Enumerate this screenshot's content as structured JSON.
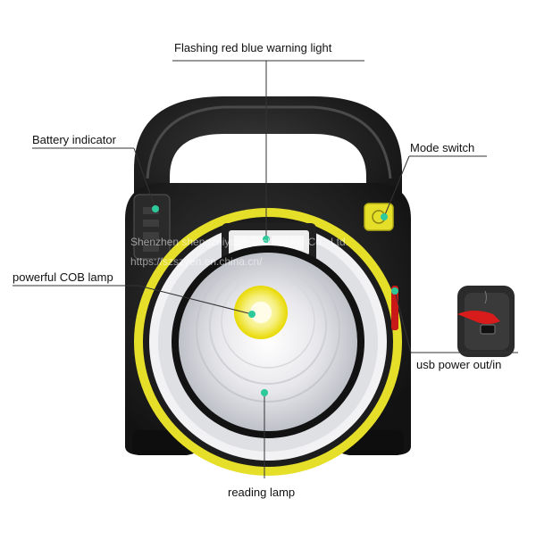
{
  "labels": {
    "flashing": "Flashing red blue  warning light",
    "battery": "Battery indicator",
    "mode": "Mode switch",
    "cob": "powerful COB lamp",
    "usb": "usb power out/in",
    "reading": "reading lamp"
  },
  "watermark": {
    "line1": "Shenzhen shengzhiyuan Technology Co., Ltd.",
    "line2": "https://szszyen.en.china.cn/"
  },
  "colors": {
    "body": "#1a1a1a",
    "accent_yellow": "#e6df2a",
    "marker": "#2ec99a",
    "usb_cover": "#d81b1b",
    "line": "#333333"
  }
}
